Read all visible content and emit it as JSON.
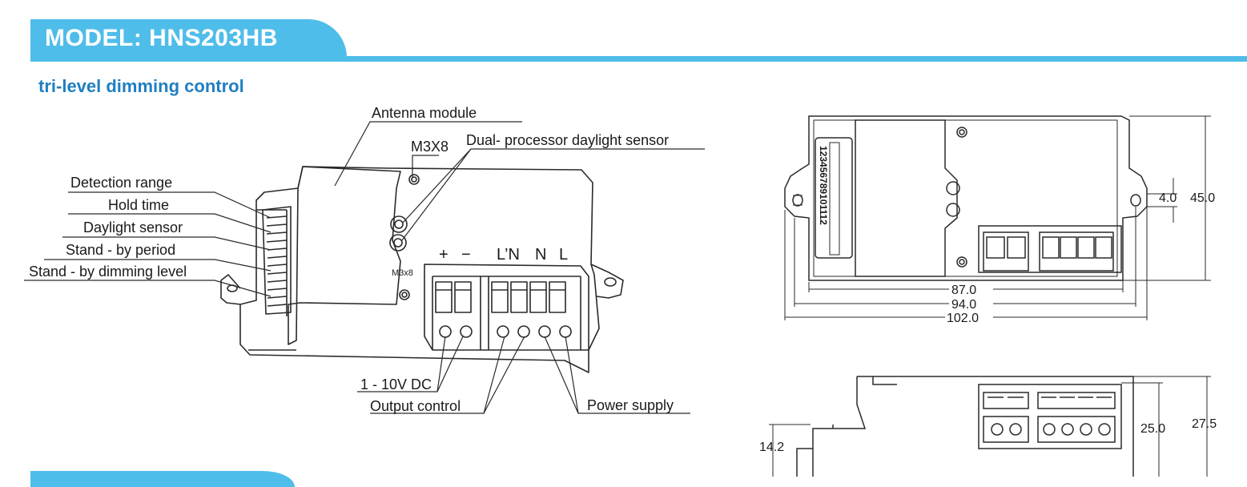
{
  "header": {
    "model": "MODEL: HNS203HB",
    "subtitle": "tri-level dimming control"
  },
  "labels": {
    "antenna": "Antenna module",
    "m3x8_top": "M3X8",
    "daylight_dual": "Dual- processor daylight sensor",
    "detection": "Detection range",
    "hold": "Hold time",
    "daylight": "Daylight sensor",
    "standby_period": "Stand - by period",
    "standby_dimming": "Stand - by dimming level",
    "m3x8_small": "M3x8",
    "plus": "+",
    "minus": "−",
    "ln": "L’N",
    "n": "N",
    "l": "L",
    "dc": "1 - 10V DC",
    "output": "Output control",
    "power": "Power supply"
  },
  "top_view": {
    "dip_numbers": "123456789101112",
    "dim_87": "87.0",
    "dim_94": "94.0",
    "dim_102": "102.0",
    "dim_4": "4.0",
    "dim_45": "45.0"
  },
  "side_view": {
    "dim_25": "25.0",
    "dim_27_5": "27.5",
    "dim_14_2": "14.2"
  },
  "colors": {
    "accent": "#4fbde9",
    "subtitle": "#1f7fc1",
    "line": "#2a2a2a"
  }
}
